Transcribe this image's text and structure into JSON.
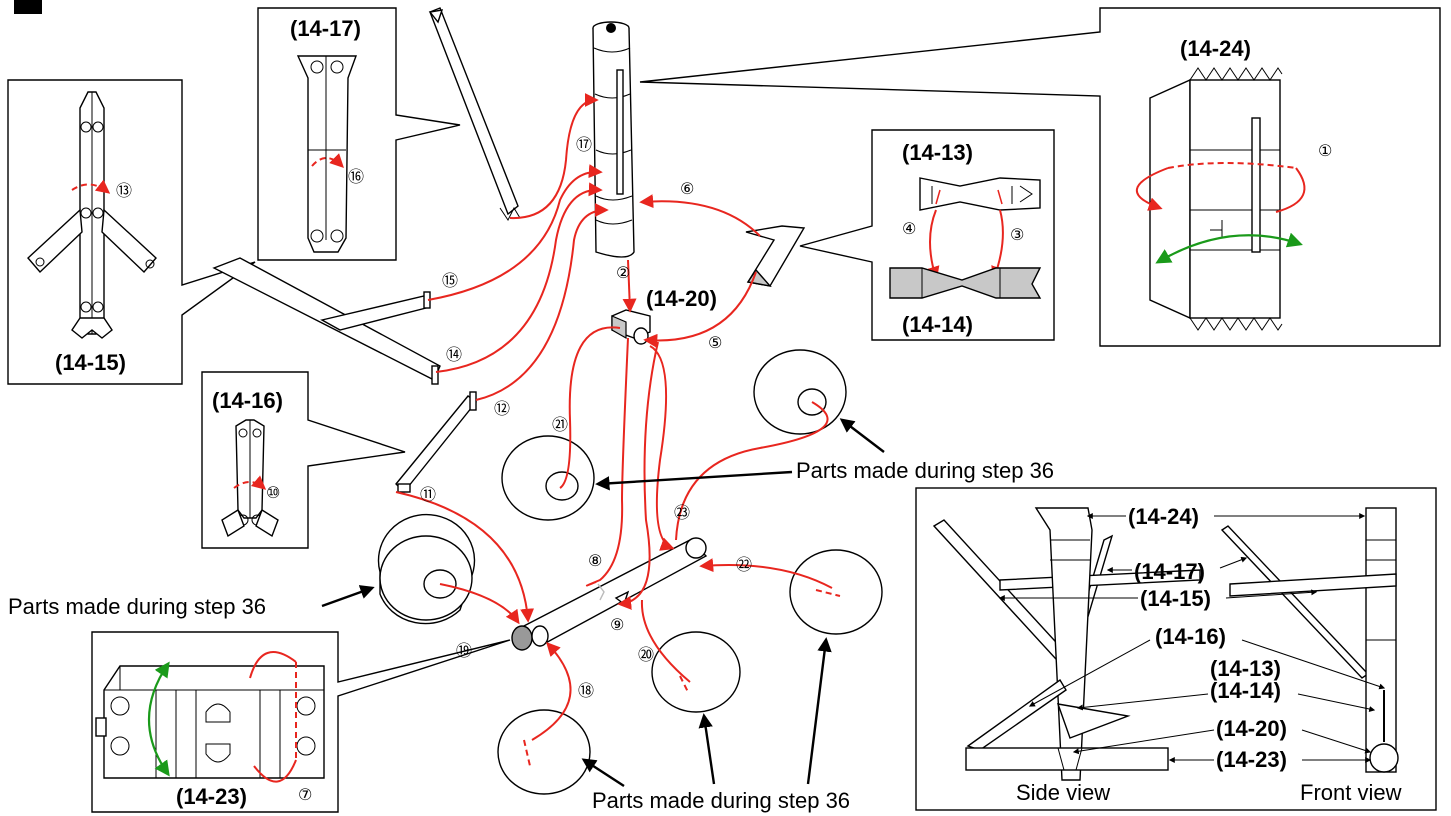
{
  "labels": {
    "p14_17": "(14-17)",
    "p14_15": "(14-15)",
    "p14_16": "(14-16)",
    "p14_13": "(14-13)",
    "p14_14": "(14-14)",
    "p14_20": "(14-20)",
    "p14_24": "(14-24)",
    "p14_23": "(14-23)"
  },
  "callouts": {
    "parts_step36": "Parts made during step 36"
  },
  "steps": [
    "①",
    "②",
    "③",
    "④",
    "⑤",
    "⑥",
    "⑦",
    "⑧",
    "⑨",
    "⑩",
    "⑪",
    "⑫",
    "⑬",
    "⑭",
    "⑮",
    "⑯",
    "⑰",
    "⑱",
    "⑲",
    "⑳",
    "㉑",
    "㉒",
    "㉓"
  ],
  "views": {
    "side": "Side view",
    "front": "Front view",
    "list": [
      "(14-24)",
      "(14-17)",
      "(14-15)",
      "(14-16)",
      "(14-13)",
      "(14-14)",
      "(14-20)",
      "(14-23)"
    ]
  },
  "colors": {
    "arrow_red": "#e8261f",
    "arrow_green": "#1a9a1a",
    "gray_fill": "#c8c8c8"
  }
}
